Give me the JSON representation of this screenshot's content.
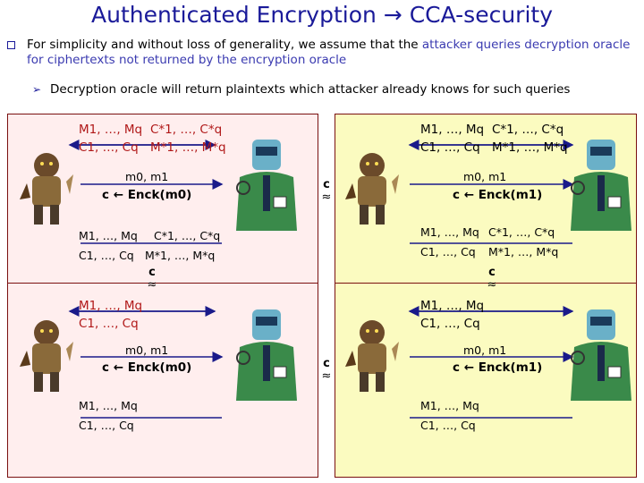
{
  "title": "Authenticated Encryption → CCA-security",
  "bullet1": {
    "lead": "For simplicity and without loss of generality, we assume that the ",
    "highlight": "attacker queries decryption oracle for ciphertexts not returned by the encryption oracle"
  },
  "bullet2": "Decryption oracle will return plaintexts which attacker already knows for such queries",
  "labels": {
    "m_list": "M1, …, Mq",
    "c_list": "C1, …, Cq",
    "cstar_list": "C*1, …, C*q",
    "mstar_list": "M*1, …, M*q",
    "m0m1": "m0, m1",
    "enc0": "c ← Enck(m0)",
    "enc1": "c ← Enck(m1)",
    "approx_c": "c",
    "approx_sym": "≈"
  },
  "colors": {
    "title": "#1a1a99",
    "highlight": "#3a3ab0",
    "pink": "#ffeeee",
    "yellow": "#fbfbc0",
    "border": "#7a1010",
    "red_text": "#b01818",
    "arrow": "#1a1a8a"
  }
}
